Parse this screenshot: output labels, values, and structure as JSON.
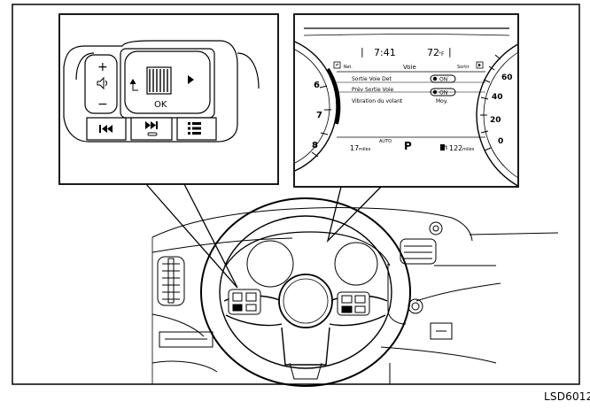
{
  "switch_panel": {
    "plus_label": "+",
    "minus_label": "−",
    "ok_label": "OK",
    "icons": [
      "volume-icon",
      "back-icon",
      "right-arrow-icon",
      "previous-track-icon",
      "next-track-icon",
      "menu-icon"
    ]
  },
  "display": {
    "clock": "7:41",
    "temperature": "72",
    "temp_unit": "°F",
    "ret_label": "Ret.",
    "title": "Voie",
    "tab_right": "Sortir",
    "item1_label": "Sortie Voie Det",
    "item1_value": "ON",
    "item2_label": "Prév Sortie Voie",
    "item2_value": "ON",
    "item3_label": "Vibration du volant",
    "item3_value": "Moy.",
    "auto_label": "AUTO",
    "odo_value": "17",
    "odo_unit": "miles",
    "gear": "P",
    "range_value": "122",
    "range_unit": "miles",
    "tach_labels": [
      "6",
      "7",
      "8"
    ],
    "speed_labels": [
      "60",
      "40",
      "20",
      "0"
    ]
  },
  "figure_code": "LSD6012"
}
